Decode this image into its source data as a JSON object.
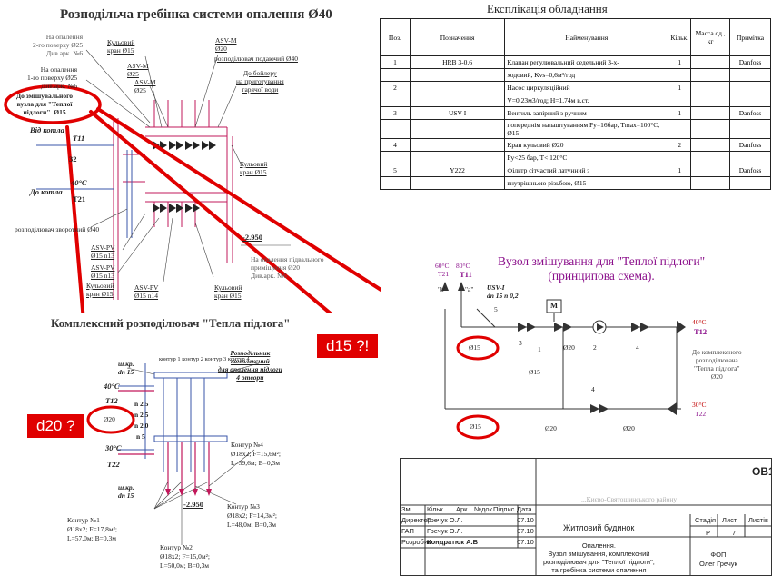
{
  "left": {
    "title": "Розподільча гребінка системи опалення Ø40",
    "labels": {
      "fl2": "На опалення\n2-го поверху Ø25\nДив.арк. №6",
      "fl1": "На опалення\n1-го поверху Ø25\nДив.арк. №6",
      "mix": "До змішувального\nвузла для \"Теплої\nпідлоги\"  Ø15",
      "ball15": "Кульовий\nкран Ø15",
      "asvm_a": "ASV-M\nØ25",
      "asvm_b": "ASV-M\nØ25",
      "asvm_c": "ASV-M\nØ20",
      "supply_dist": "розподілювач подаючий Ø40",
      "boiler": "До бойлеру\nна приготування\nгарячої води",
      "from_boiler": "Від котла",
      "t11": "T11",
      "to_boiler": "До котла",
      "d32": "32",
      "deg40": "40°С",
      "t21": "Т21",
      "return_dist": "розподілювач зворотний Ø40",
      "asvpv_a": "ASV-PV\nØ15 n13",
      "asvpv_b": "ASV-PV\nØ15 n13",
      "asvpv_c": "ASV-PV\nØ15 n14",
      "ball15b": "Кульовий\nкран Ø15",
      "ball15c": "Кульовий\nкран Ø15",
      "ball15d": "Кульовий\nкран Ø15",
      "level": "-2.950",
      "basement": "На опалення підвального\nприміщення Ø20\nДив.арк. №6",
      "plus": "+"
    }
  },
  "collector": {
    "title": "Комплексний розподілювач \"Тепла підлога\"",
    "shkr_top": "ш.кр.\ndn 15",
    "shkr_bot": "ш.кр.\ndn 15",
    "contours_head": "контур 1  контур 2  контур 3  контур 4",
    "dist_label": "Розподільник\nкомплексний\nдля опалення підлоги\n4 отвори",
    "t40": "40°С",
    "t12": "T12",
    "d20": "Ø20",
    "t30": "30°С",
    "t22": "T22",
    "n1": "n 2.5",
    "n2": "n 2.5",
    "n3": "n 2.0",
    "n4": "n 5",
    "level": "-2.950",
    "c4": "Контур №4\nØ18х2; F=15,6м²;\nL=59,6м; B=0,3м",
    "c3": "Контур №3\nØ18х2; F=14,3м²;\nL=48,0м; B=0,3м",
    "c2": "Контур №2\nØ18х2; F=15,0м²;\nL=50,0м; B=0,3м",
    "c1": "Контур №1\nØ18х2; F=17,8м²;\nL=57,0м; B=0,3м"
  },
  "table": {
    "title": "Експлікація обладнання",
    "headers": [
      "Поз.",
      "Позначення",
      "Найменування",
      "Кільк.",
      "Масса од., кг",
      "Примітка"
    ],
    "rows": [
      [
        "1",
        "HRB 3-0.6",
        "Клапан регулювальний седельний 3-х-",
        "1",
        "",
        "Danfoss"
      ],
      [
        "",
        "",
        "ходовий, Kvs=0,6м³/год",
        "",
        "",
        ""
      ],
      [
        "2",
        "",
        "Насос циркуляційний",
        "1",
        "",
        ""
      ],
      [
        "",
        "",
        "V=0.23м3/год; H=1.74м в.ст.",
        "",
        "",
        ""
      ],
      [
        "3",
        "USV-I",
        "Вентиль запірний з ручним",
        "1",
        "",
        "Danfoss"
      ],
      [
        "",
        "",
        "попереднім налаштуванням Ру=16бар, Tmax=100°С, Ø15",
        "",
        "",
        ""
      ],
      [
        "4",
        "",
        "Кран кульовий Ø20",
        "2",
        "",
        "Danfoss"
      ],
      [
        "",
        "",
        "Ру<25 бар, T< 120°С",
        "",
        "",
        ""
      ],
      [
        "5",
        "Y222",
        "Фільтр сітчастий латунний з",
        "1",
        "",
        "Danfoss"
      ],
      [
        "",
        "",
        "внутрішньою різьбою, Ø15",
        "",
        "",
        ""
      ]
    ]
  },
  "scheme": {
    "title": "Вузол змішування для \"Теплої підлоги\"\n(принципова схема).",
    "t60": "60°С",
    "t21": "T21",
    "t80": "80°С",
    "t11": "T11",
    "b": "\"b\"",
    "a": "\"a\"",
    "usv": "USV-I\ndn 15 n 0,2",
    "m": "M",
    "d15a": "Ø15",
    "d15b": "Ø15",
    "d15c": "Ø15",
    "d20a": "Ø20",
    "d20b": "Ø20",
    "d20c": "Ø20",
    "n5": "5",
    "n3": "3",
    "n1": "1",
    "n2": "2",
    "n4a": "4",
    "n4b": "4",
    "t40": "40°С",
    "t12": "T12",
    "to_collector": "До комплексного\nрозподілювача\n\"Тепла підлога\"\nØ20",
    "t30": "30°С",
    "t22": "T22"
  },
  "annotations": {
    "d15": "d15 ?!",
    "d20": "d20 ?"
  },
  "stamp": {
    "code": "ОВ1",
    "address": "...Києво-Святошинського району",
    "rows": [
      [
        "Зм.",
        "Кільк.",
        "Арк.",
        "№док",
        "Підпис",
        "Дата"
      ],
      [
        "Директор",
        "Гречук О.Л.",
        "",
        "",
        "",
        "07.10"
      ],
      [
        "ГАП",
        "Гречук О.Л.",
        "",
        "",
        "",
        "07.10"
      ],
      [
        "Розробив",
        "Кондратюк А.В",
        "",
        "",
        "",
        "07.10"
      ]
    ],
    "building": "Житловий будинок",
    "stage_h": "Стадія",
    "sheet_h": "Лист",
    "sheets_h": "Листів",
    "stage": "Р",
    "sheet": "7",
    "desc": "Опалення.\nВузол змішування, комплексний\nрозподілювач для \"Теплої підлоги\",\nта гребінка системи опалення",
    "company": "ФОП\nОлег Гречук"
  }
}
